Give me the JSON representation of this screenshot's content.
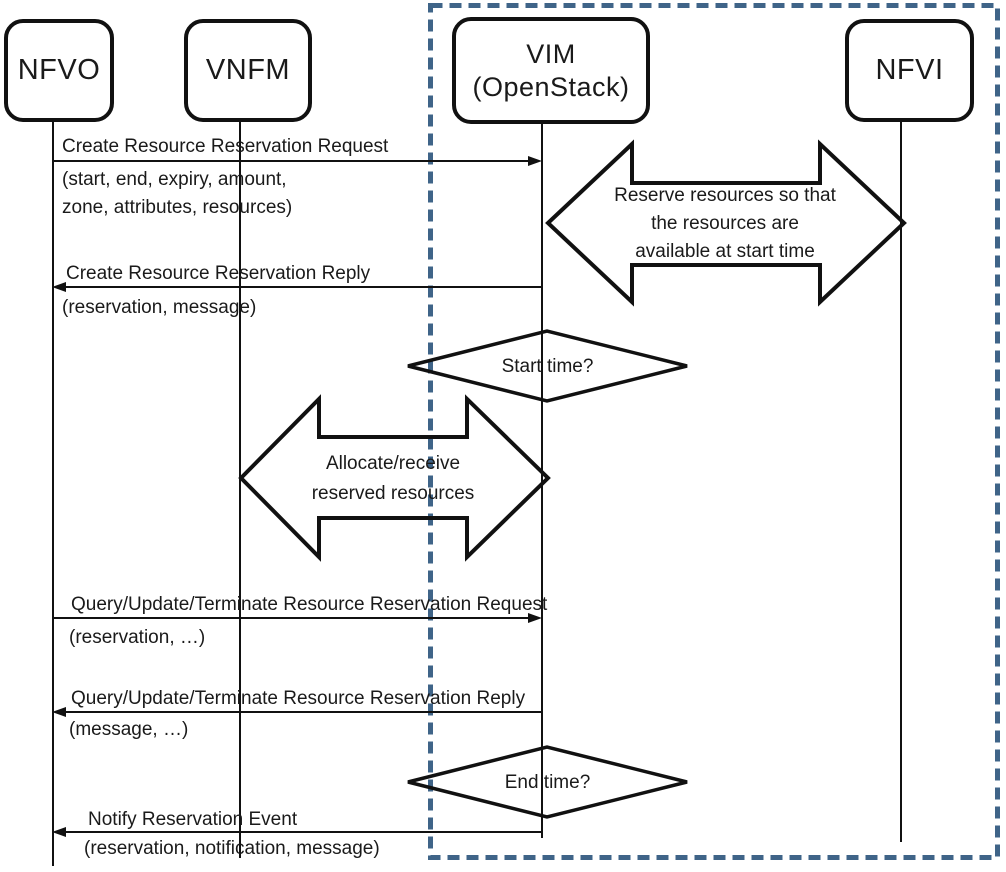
{
  "colors": {
    "background": "#ffffff",
    "stroke": "#111111",
    "text": "#1a1a1a",
    "frame": "#3f6488"
  },
  "actors": [
    {
      "name": "NFVO"
    },
    {
      "name": "VNFM"
    },
    {
      "name": "VIM",
      "subname": "(OpenStack)"
    },
    {
      "name": "NFVI"
    }
  ],
  "messages": [
    {
      "from": "NFVO",
      "to": "VIM",
      "direction": "right",
      "title": "Create Resource Reservation Request",
      "params": [
        "(start, end, expiry, amount,",
        "zone, attributes, resources)"
      ]
    },
    {
      "from": "VIM",
      "to": "NFVO",
      "direction": "left",
      "title": "Create Resource Reservation Reply",
      "params": [
        "(reservation, message)"
      ]
    },
    {
      "from": "NFVO",
      "to": "VIM",
      "direction": "right",
      "title": "Query/Update/Terminate Resource Reservation Request",
      "params": [
        "(reservation, …)"
      ]
    },
    {
      "from": "VIM",
      "to": "NFVO",
      "direction": "left",
      "title": "Query/Update/Terminate Resource Reservation Reply",
      "params": [
        "(message, …)"
      ]
    },
    {
      "from": "VIM",
      "to": "NFVO",
      "direction": "left",
      "title": "Notify Reservation Event",
      "params": [
        "(reservation, notification, message)"
      ]
    }
  ],
  "activities": [
    {
      "between": [
        "VIM",
        "NFVI"
      ],
      "lines": [
        "Reserve resources so that",
        "the resources are",
        "available at start time"
      ]
    },
    {
      "between": [
        "VNFM",
        "VIM"
      ],
      "lines": [
        "Allocate/receive",
        "reserved resources"
      ]
    }
  ],
  "decisions": [
    {
      "label": "Start time?"
    },
    {
      "label": "End time?"
    }
  ]
}
